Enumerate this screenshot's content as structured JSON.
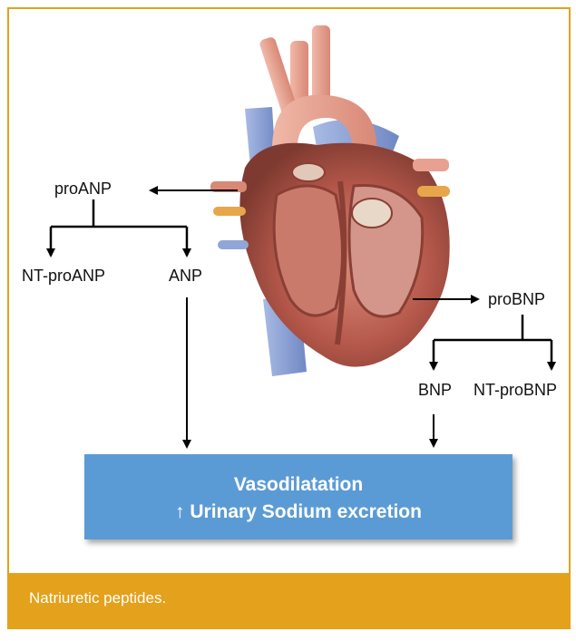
{
  "labels": {
    "proANP": "proANP",
    "nt_proANP": "NT-proANP",
    "ANP": "ANP",
    "proBNP": "proBNP",
    "BNP": "BNP",
    "nt_proBNP": "NT-proBNP"
  },
  "effect_box": {
    "line1": "Vasodilatation",
    "line2": "↑ Urinary Sodium excretion"
  },
  "caption": "Natriuretic peptides.",
  "colors": {
    "frame": "#e4a11b",
    "box": "#5b9bd5",
    "heart_muscle": "#b4574a",
    "aorta": "#e8a090",
    "vena_cava": "#8fa6d6"
  },
  "icons": {
    "heart": "heart-illustration-icon"
  }
}
